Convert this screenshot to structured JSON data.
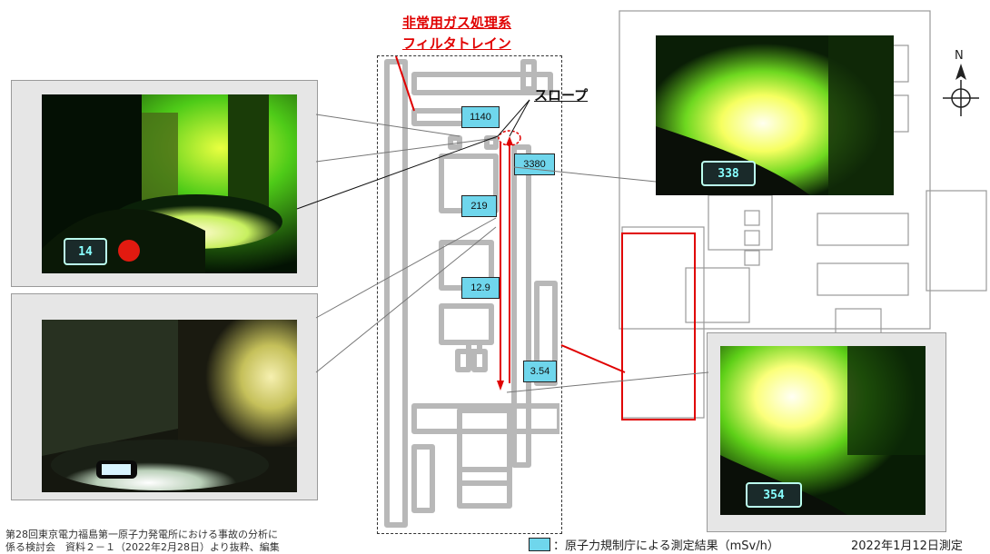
{
  "title_lines": [
    "非常用ガス処理系",
    "フィルタトレイン"
  ],
  "slope_label": "スロープ",
  "north_label": "N",
  "measurements": [
    "1140",
    "3380",
    "219",
    "12.9",
    "3.54"
  ],
  "gauges": [
    "14",
    "338",
    "354"
  ],
  "caption_lines": [
    "第28回東京電力福島第一原子力発電所における事故の分析に",
    "係る検討会　資料２－１（2022年2月28日）より抜粋、編集"
  ],
  "legend_text": "：原子力規制庁による測定結果（mSv/h）",
  "date_text": "2022年1月12日測定",
  "colors": {
    "accent_red": "#e00000",
    "value_box": "#6fd6ec"
  }
}
